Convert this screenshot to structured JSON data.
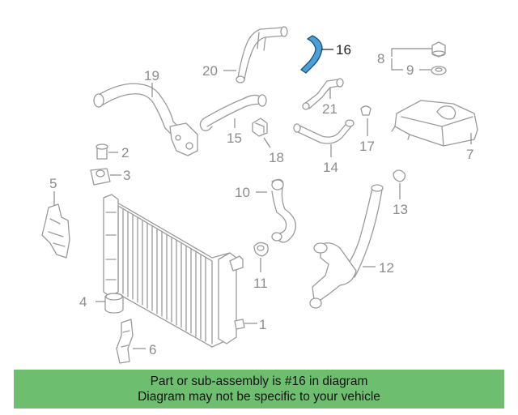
{
  "diagram": {
    "callouts": [
      {
        "id": "1",
        "label": "1"
      },
      {
        "id": "2",
        "label": "2"
      },
      {
        "id": "3",
        "label": "3"
      },
      {
        "id": "4",
        "label": "4"
      },
      {
        "id": "5",
        "label": "5"
      },
      {
        "id": "6",
        "label": "6"
      },
      {
        "id": "7",
        "label": "7"
      },
      {
        "id": "8",
        "label": "8"
      },
      {
        "id": "9",
        "label": "9"
      },
      {
        "id": "10",
        "label": "10"
      },
      {
        "id": "11",
        "label": "11"
      },
      {
        "id": "12",
        "label": "12"
      },
      {
        "id": "13",
        "label": "13"
      },
      {
        "id": "14",
        "label": "14"
      },
      {
        "id": "15",
        "label": "15"
      },
      {
        "id": "16",
        "label": "16"
      },
      {
        "id": "17",
        "label": "17"
      },
      {
        "id": "18",
        "label": "18"
      },
      {
        "id": "19",
        "label": "19"
      },
      {
        "id": "20",
        "label": "20"
      },
      {
        "id": "21",
        "label": "21"
      }
    ],
    "highlighted_part": "16",
    "highlight_color": "#4a9fd8",
    "part_line_color": "#9a9a9a"
  },
  "banner": {
    "line1": "Part or sub-assembly is #16 in diagram",
    "line2": "Diagram may not be specific to your vehicle",
    "background": "#6dbf6f"
  }
}
